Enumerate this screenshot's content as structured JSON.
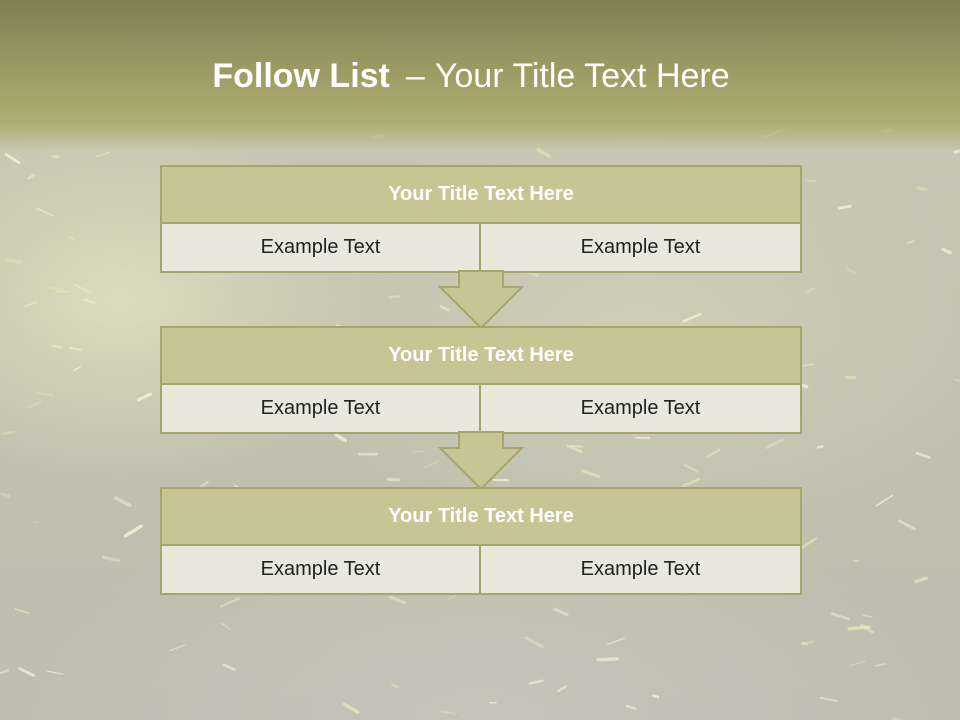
{
  "slide": {
    "title_bold": "Follow List",
    "title_dash": "–",
    "title_rest": "Your Title Text Here"
  },
  "blocks": [
    {
      "title": "Your Title Text Here",
      "left_text": "Example Text",
      "right_text": "Example Text"
    },
    {
      "title": "Your Title Text Here",
      "left_text": "Example Text",
      "right_text": "Example Text"
    },
    {
      "title": "Your Title Text Here",
      "left_text": "Example Text",
      "right_text": "Example Text"
    }
  ],
  "colors": {
    "band": "#9a9a62",
    "header_fill": "#c6c594",
    "border": "#a6a56c",
    "cell_fill": "#e8e8dc",
    "arrow_fill": "#c6c594"
  }
}
